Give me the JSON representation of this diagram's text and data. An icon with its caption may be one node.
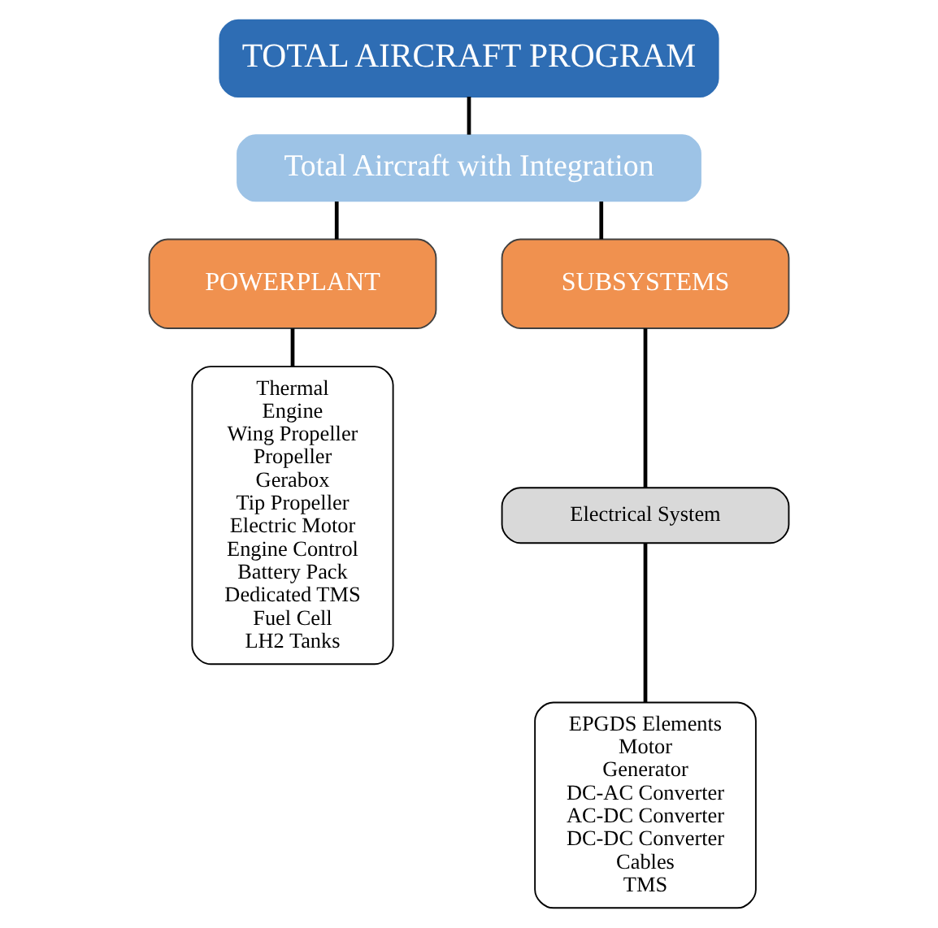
{
  "diagram": {
    "nodes": [
      {
        "text": [
          "TOTAL AIRCRAFT PROGRAM"
        ]
      },
      {
        "text": [
          "Total Aircraft with Integration"
        ]
      },
      {
        "text": [
          "POWERPLANT"
        ]
      },
      {
        "text": [
          "SUBSYSTEMS"
        ]
      },
      {
        "text": [
          "Thermal",
          "Engine",
          "Wing Propeller",
          "Propeller",
          "Gerabox",
          "Tip Propeller",
          "Electric Motor",
          "Engine Control",
          "Battery Pack",
          "Dedicated TMS",
          "Fuel Cell",
          "LH2 Tanks"
        ]
      },
      {
        "text": [
          "Electrical System"
        ]
      },
      {
        "text": [
          "EPGDS Elements",
          "Motor",
          "Generator",
          "DC-AC Converter",
          "AC-DC Converter",
          "DC-DC Converter",
          "Cables",
          "TMS"
        ]
      }
    ],
    "edges": [
      {
        "from": 0,
        "to": 1,
        "arrow": "none"
      },
      {
        "from": 1,
        "to": 2,
        "arrow": "none"
      },
      {
        "from": 1,
        "to": 3,
        "arrow": "none"
      },
      {
        "from": 2,
        "to": 4,
        "arrow": "none"
      },
      {
        "from": 3,
        "to": 5,
        "arrow": "none"
      },
      {
        "from": 5,
        "to": 6,
        "arrow": "none"
      }
    ]
  }
}
